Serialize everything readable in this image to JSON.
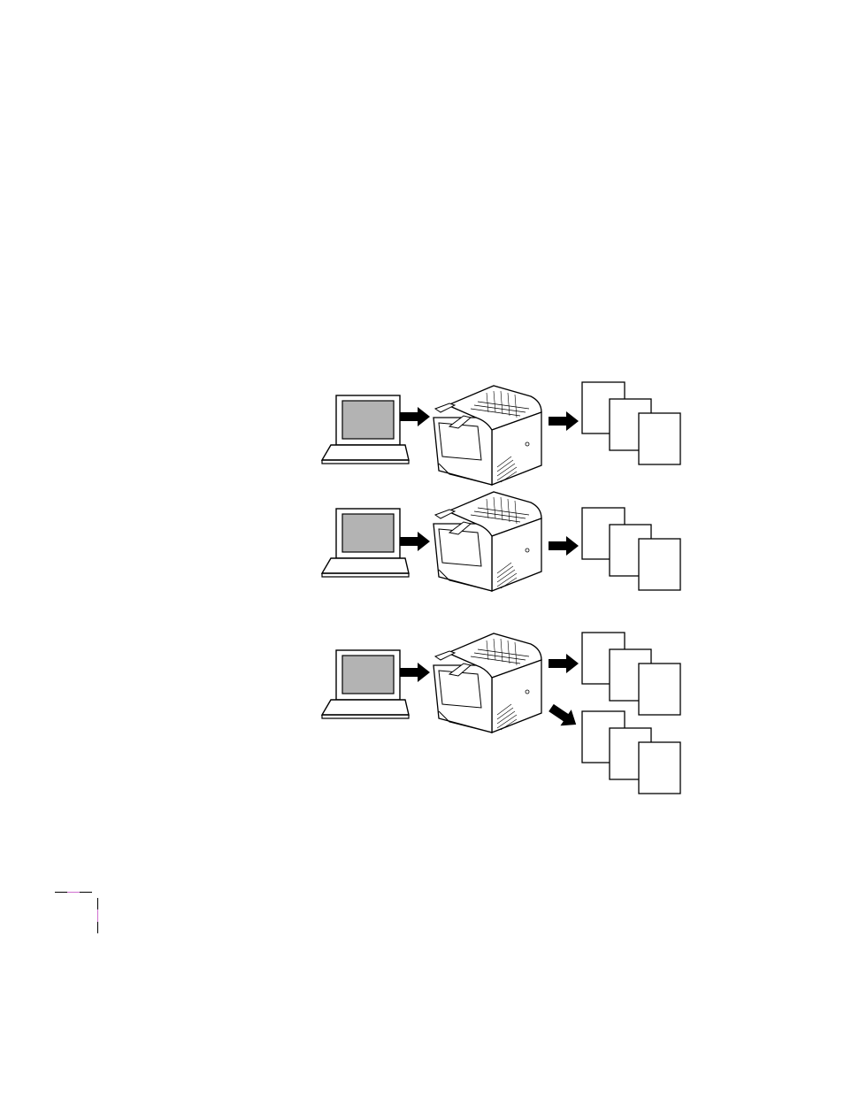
{
  "diagram": {
    "rows": [
      {
        "id": "row-1",
        "outputs": 1
      },
      {
        "id": "row-2",
        "outputs": 1
      },
      {
        "id": "row-3",
        "outputs": 2
      }
    ],
    "pages_per_stack": 3
  },
  "colors": {
    "line": "#000000",
    "screen": "#b3b3b3",
    "paper": "#ffffff",
    "crop_accent": "#d070d0"
  },
  "icons": [
    "computer-icon",
    "arrow-icon",
    "printer-icon",
    "page-stack-icon",
    "crop-mark"
  ]
}
